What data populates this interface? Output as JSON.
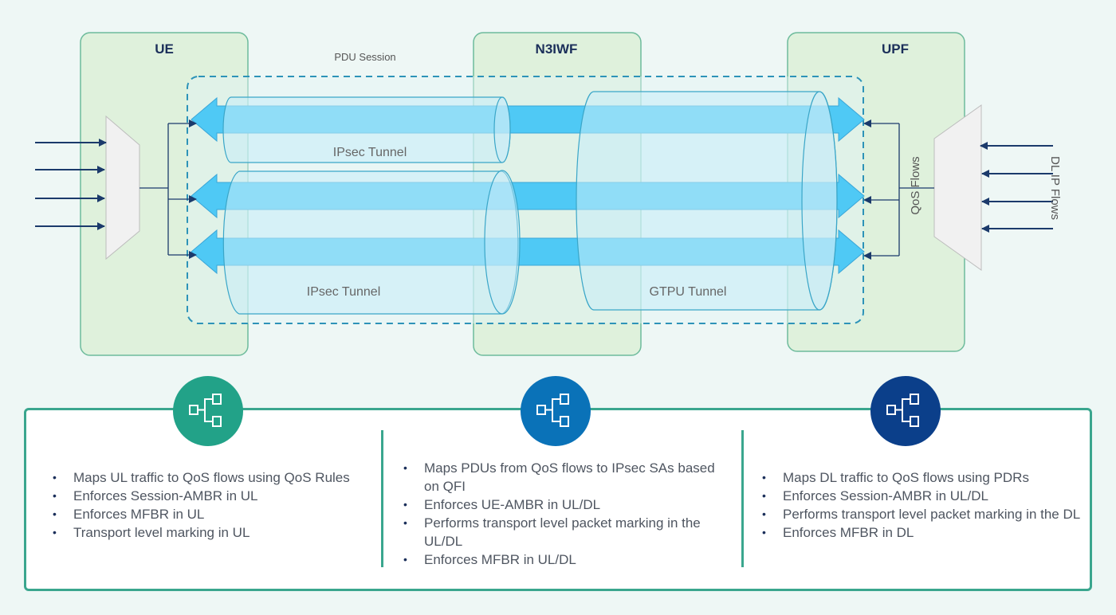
{
  "nodes": {
    "ue": {
      "title": "UE"
    },
    "n3iwf": {
      "title": "N3IWF"
    },
    "upf": {
      "title": "UPF"
    }
  },
  "session_label": "PDU Session",
  "tunnels": {
    "ipsec_top": "IPsec Tunnel",
    "ipsec_bottom": "IPsec Tunnel",
    "gtpu": "GTPU Tunnel"
  },
  "side_labels": {
    "qos_flows": "QoS Flows",
    "dl_ip_flows": "DL IP Flows"
  },
  "colors": {
    "node_fill": "#dff1dc",
    "node_border": "#6dbb9c",
    "arrow_blue": "#4fc9f5",
    "tunnel_fill": "#c7ecf8",
    "tunnel_border": "#3aa6c8",
    "dashed": "#2d93b8",
    "navy": "#1b3a6b",
    "badge_ue": "#22a288",
    "badge_n3iwf": "#0a72b8",
    "badge_upf": "#0b3f8a",
    "panel_border": "#3aa68e"
  },
  "functions": [
    {
      "name": "UE",
      "icon": "network-hierarchy-icon",
      "bullets": [
        "Maps UL traffic to QoS flows using QoS Rules",
        "Enforces Session-AMBR in UL",
        "Enforces MFBR in UL",
        "Transport level marking in UL"
      ]
    },
    {
      "name": "N3IWF",
      "icon": "network-hierarchy-icon",
      "bullets": [
        "Maps PDUs from QoS flows to IPsec SAs based on QFI",
        "Enforces UE-AMBR in UL/DL",
        "Performs transport level packet marking in the UL/DL",
        "Enforces MFBR in UL/DL"
      ]
    },
    {
      "name": "UPF",
      "icon": "network-hierarchy-icon",
      "bullets": [
        "Maps DL traffic to QoS flows using PDRs",
        "Enforces Session-AMBR in UL/DL",
        "Performs transport level packet marking in the DL",
        "Enforces MFBR in DL"
      ]
    }
  ]
}
